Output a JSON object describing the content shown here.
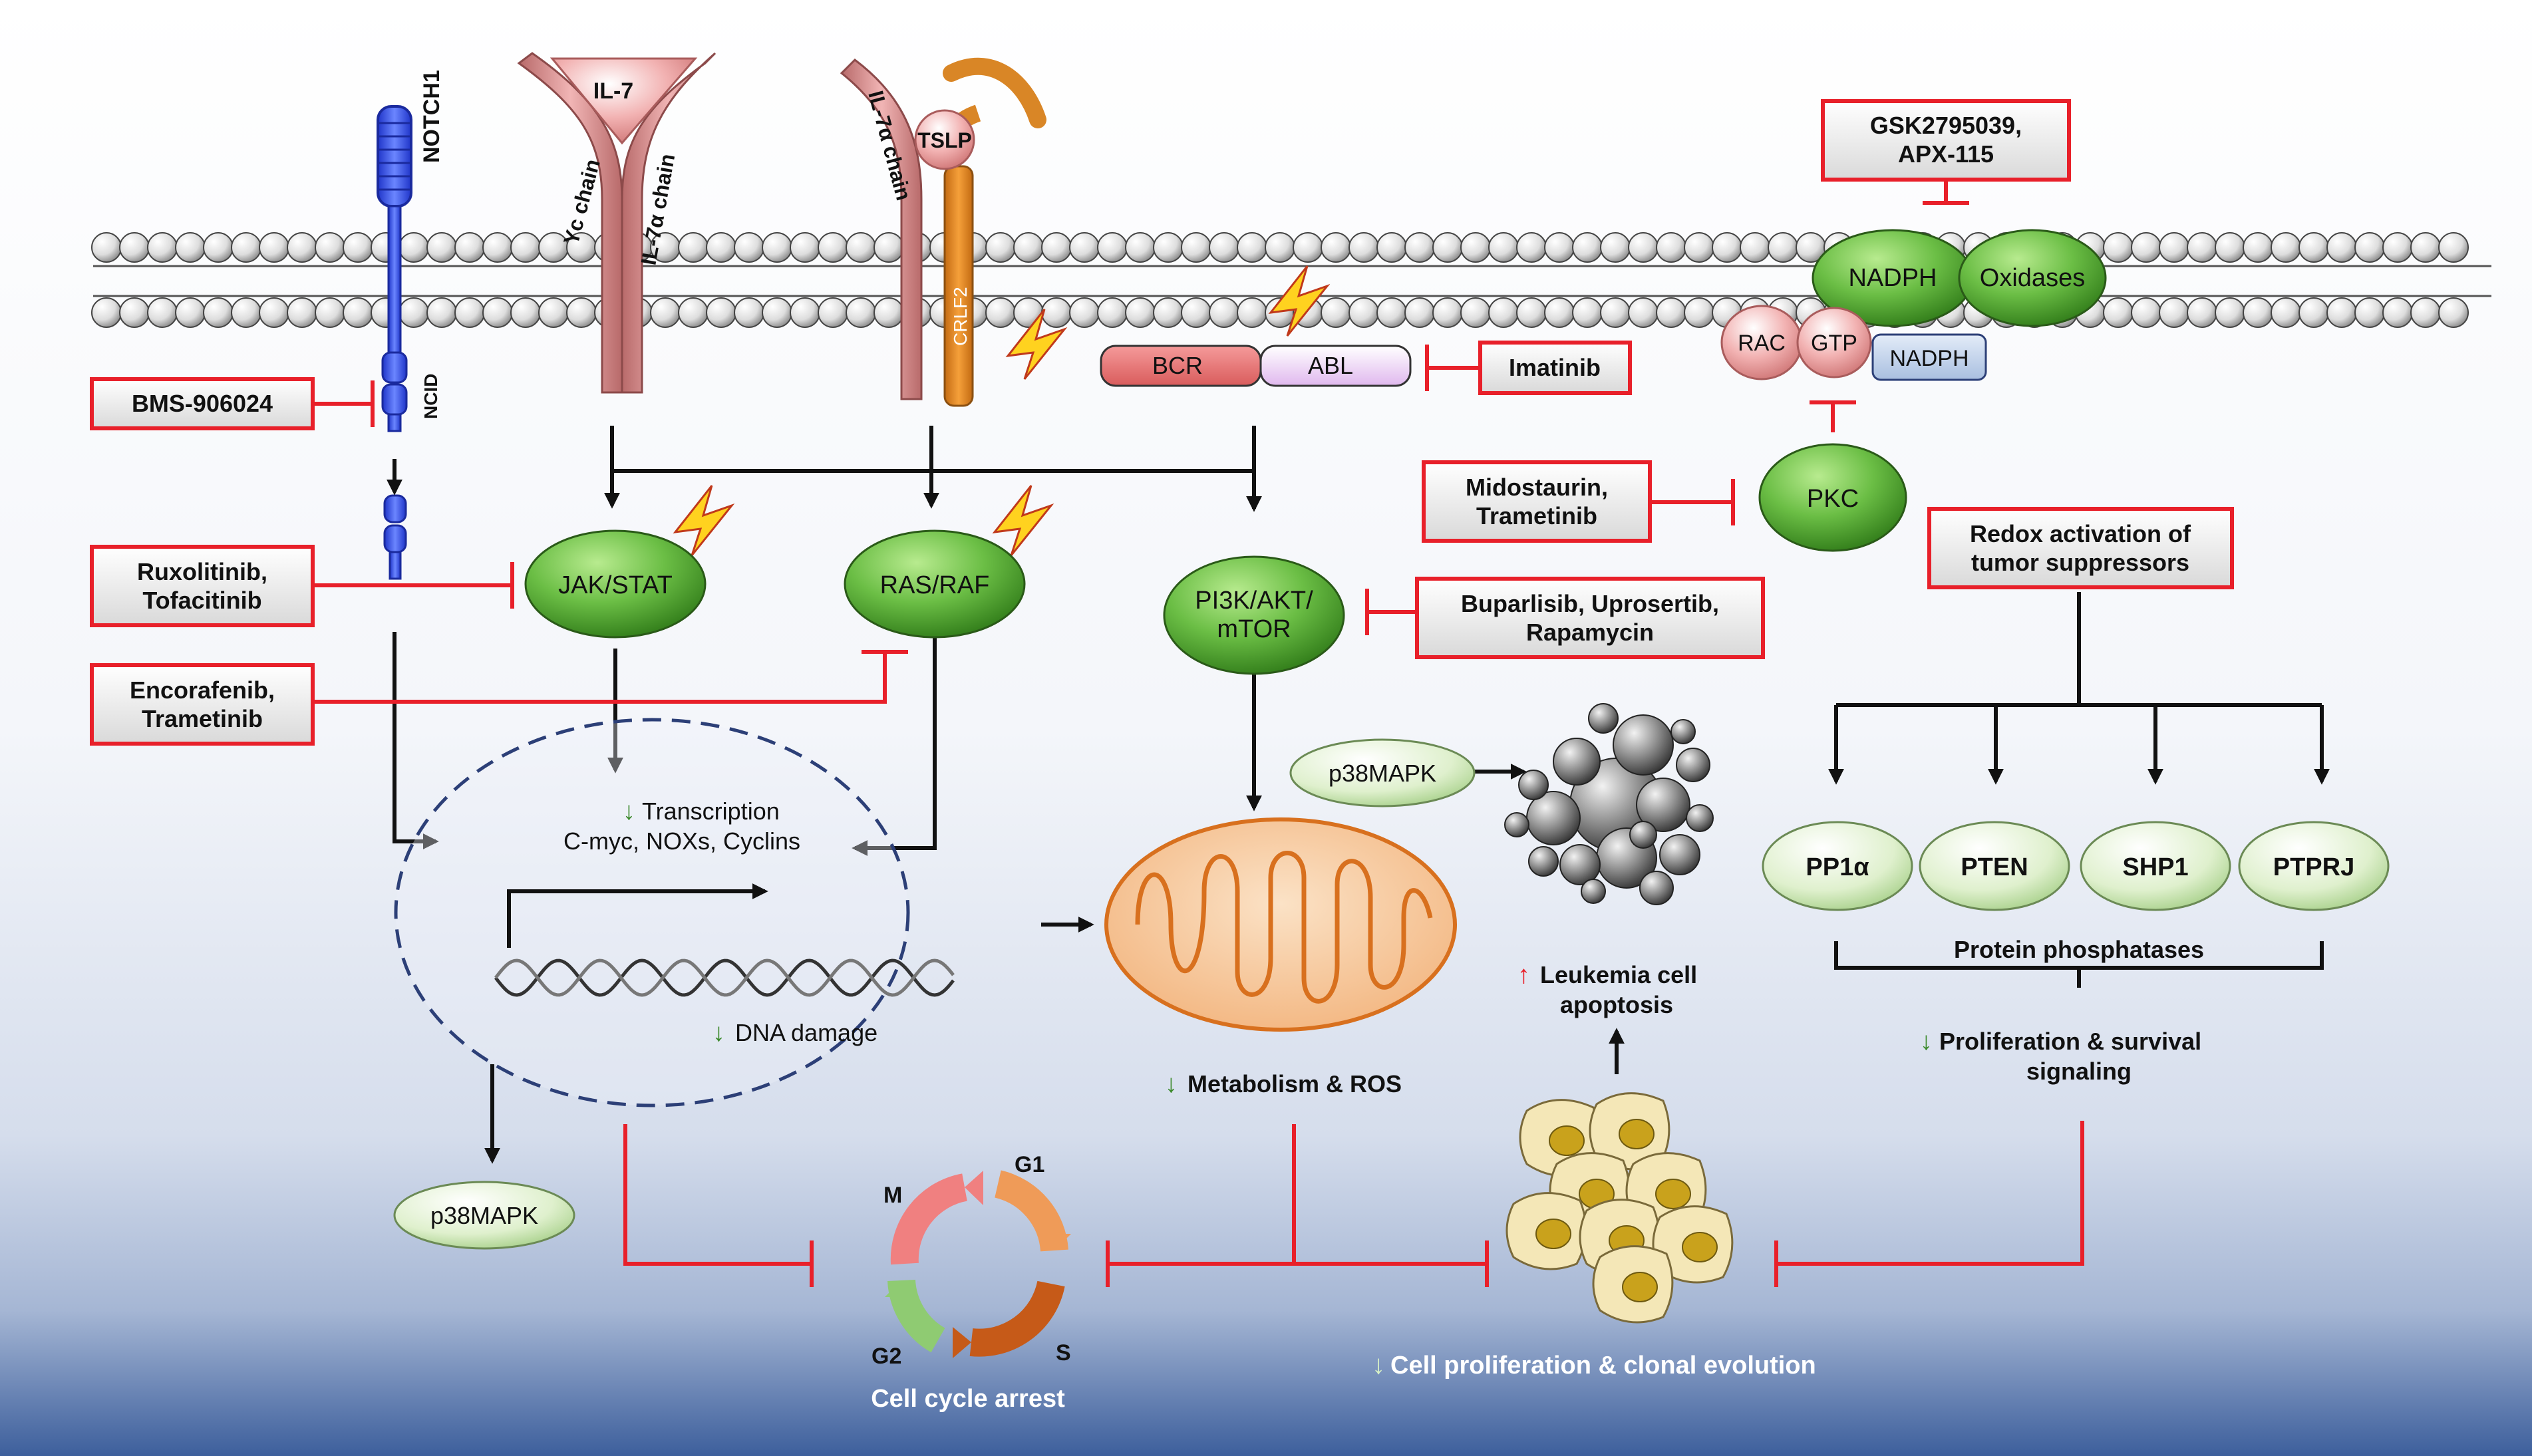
{
  "receptors": {
    "notch": "NOTCH1",
    "ncid": "NCID",
    "il7": "IL-7",
    "yc_chain": "Yc chain",
    "il7a_chain": "IL-7α chain",
    "il7a_chain2": "IL-7α chain",
    "tslp": "TSLP",
    "crlf2": "CRLF2"
  },
  "fusion": {
    "bcr": "BCR",
    "abl": "ABL"
  },
  "nox": {
    "nadph_top": "NADPH",
    "oxidases": "Oxidases",
    "rac": "RAC",
    "gtp": "GTP",
    "nadph_low": "NADPH"
  },
  "drugs": {
    "bms": "BMS-906024",
    "rux_1": "Ruxolitinib,",
    "rux_2": "Tofacitinib",
    "enc_1": "Encorafenib,",
    "enc_2": "Trametinib",
    "imatinib": "Imatinib",
    "gsk_1": "GSK2795039,",
    "gsk_2": "APX-115",
    "mido_1": "Midostaurin,",
    "mido_2": "Trametinib",
    "bup_1": "Buparlisib, Uprosertib,",
    "bup_2": "Rapamycin"
  },
  "nodes": {
    "jak": "JAK/STAT",
    "ras": "RAS/RAF",
    "pi3k_1": "PI3K/AKT/",
    "pi3k_2": "mTOR",
    "pkc": "PKC",
    "p38_top": "p38MAPK",
    "p38_bottom": "p38MAPK"
  },
  "redox": {
    "title_1": "Redox activation of",
    "title_2": "tumor suppressors"
  },
  "phosphatases": {
    "items": [
      "PP1α",
      "PTEN",
      "SHP1",
      "PTPRJ"
    ],
    "group_label": "Protein phosphatases"
  },
  "labels": {
    "transcription_arrow": "↓",
    "transcription": "Transcription",
    "transcription_targets": "C-myc, NOXs, Cyclins",
    "dna_arrow": "↓",
    "dna_damage": "DNA damage",
    "metab_arrow": "↓",
    "metabolism": "Metabolism & ROS",
    "apop_arrow": "↑",
    "apop_1": "Leukemia cell",
    "apop_2": "apoptosis",
    "prolif_arrow": "↓",
    "prolif_1": "Proliferation & survival",
    "prolif_2": "signaling",
    "clonal_arrow": "↓",
    "clonal": "Cell proliferation & clonal evolution",
    "cycle_arrest": "Cell cycle arrest"
  },
  "cell_cycle": {
    "m": "M",
    "g1": "G1",
    "s": "S",
    "g2": "G2"
  },
  "colors": {
    "inhibit": "#e8202a",
    "node_green": "#4fa32c",
    "membrane": "#ffffff",
    "background_bottom": "#3d5f9c"
  }
}
